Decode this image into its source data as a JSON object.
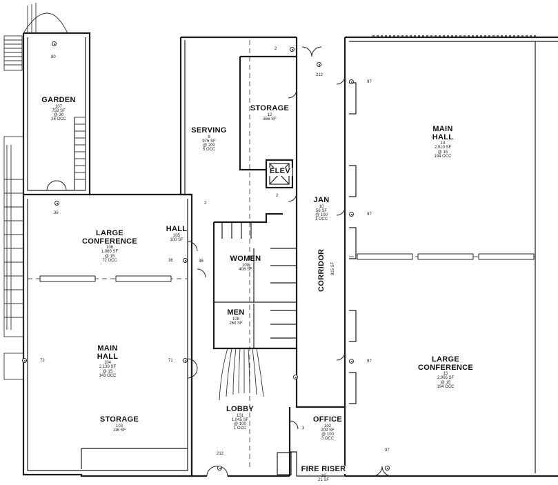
{
  "rooms": {
    "garden": {
      "name": "GARDEN",
      "number": "107",
      "area": "759 SF",
      "load": "@ 30",
      "occ": "26 OCC"
    },
    "storage_north": {
      "name": "STORAGE",
      "number": "12",
      "area": "356 SF"
    },
    "serving": {
      "name": "SERVING",
      "number": "8",
      "area": "976 SF",
      "load": "@ 200",
      "occ": "5 OCC"
    },
    "elev": {
      "name": "ELEV"
    },
    "main_hall_east": {
      "name": "MAIN HALL",
      "number": "14",
      "area": "2,910 SF",
      "load": "@ 15",
      "occ": "194 OCC"
    },
    "jan": {
      "name": "JAN",
      "number": "10",
      "area": "56 SF",
      "load": "@ 100",
      "occ": "1 OCC"
    },
    "large_conf_west": {
      "name": "LARGE CONFERENCE",
      "number": "106",
      "area": "1,069 SF",
      "load": "@ 15",
      "occ": "72 OCC"
    },
    "hall": {
      "name": "HALL",
      "number": "105",
      "area": "100 SF"
    },
    "women": {
      "name": "WOMEN",
      "number": "109",
      "area": "408 SF"
    },
    "corridor": {
      "name": "CORRIDOR",
      "area": "815 SF"
    },
    "men": {
      "name": "MEN",
      "number": "108",
      "area": "260 SF"
    },
    "main_hall_west": {
      "name": "MAIN HALL",
      "number": "104",
      "area": "2,139 SF",
      "load": "@ 15",
      "occ": "143 OCC"
    },
    "large_conf_east": {
      "name": "LARGE CONFERENCE",
      "number": "15",
      "area": "2,906 SF",
      "load": "@ 15",
      "occ": "194 OCC"
    },
    "storage_south": {
      "name": "STORAGE",
      "number": "103",
      "area": "116 SF"
    },
    "lobby": {
      "name": "LOBBY",
      "number": "101",
      "area": "1,045 SF",
      "load": "@ 100",
      "occ": "1 OCC"
    },
    "office": {
      "name": "OFFICE",
      "number": "102",
      "area": "209 SF",
      "load": "@ 100",
      "occ": "3 OCC"
    },
    "fire_riser": {
      "name": "FIRE RISER",
      "number": "16",
      "area": "21 SF"
    }
  },
  "tags": {
    "t80": "80",
    "t36a": "36",
    "t36b": "36",
    "t38": "38",
    "t2a": "2",
    "t2b": "2",
    "t2c": "2",
    "t212a": "212",
    "t97a": "97",
    "t97b": "97",
    "t97c": "97",
    "t97d": "97",
    "t72": "72",
    "t71": "71",
    "t212b": "212",
    "t3": "3"
  }
}
